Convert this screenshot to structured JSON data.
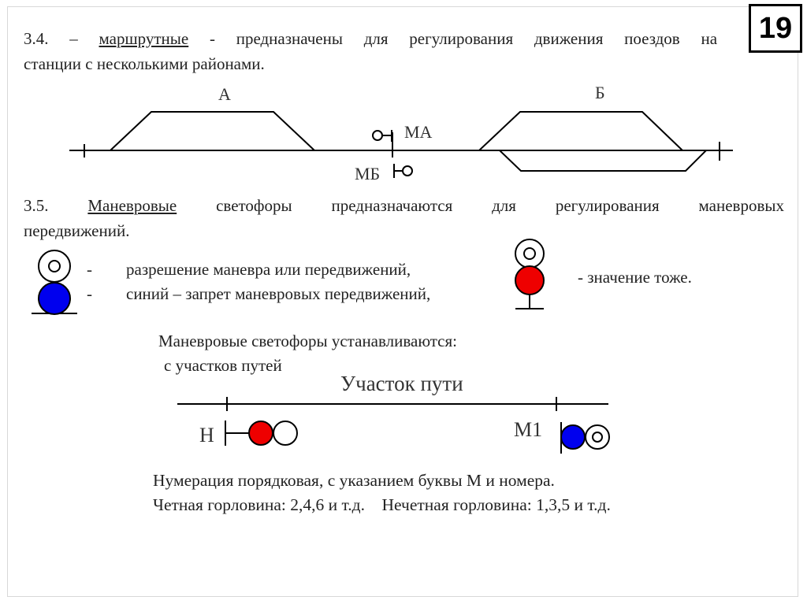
{
  "page_number": "19",
  "section_34": {
    "number": "3.4. –",
    "term": "маршрутные",
    "rest_line1": "- предназначены для регулирования движения поездов на",
    "line2": "станции с несколькими районами."
  },
  "track_diagram": {
    "label_a": "А",
    "label_b": "Б",
    "label_ma": "МА",
    "label_mb": "МБ"
  },
  "section_35": {
    "number": "3.5.",
    "term": "Маневровые",
    "rest_line1": "светофоры предназначаются для регулирования маневровых",
    "line2": "передвижений."
  },
  "signal_meanings": {
    "dash_1": "-",
    "item_1": "разрешение маневра или передвижений,",
    "dash_2": "-",
    "item_2": "синий – запрет маневровых передвижений,",
    "same_meaning": "- значение тоже."
  },
  "install_note": {
    "line1": "Маневровые светофоры устанавливаются:",
    "line2": "с участков путей"
  },
  "section_diagram": {
    "title": "Участок пути",
    "label_n": "Н",
    "label_m1": "М1"
  },
  "numbering": {
    "line1": "Нумерация порядковая, с указанием буквы М  и номера.",
    "line2": "Четная горловина: 2,4,6 и т.д.    Нечетная горловина: 1,3,5 и т.д."
  },
  "colors": {
    "signal_blue": "#0000ee",
    "signal_red": "#ee0000",
    "line": "#000000"
  }
}
